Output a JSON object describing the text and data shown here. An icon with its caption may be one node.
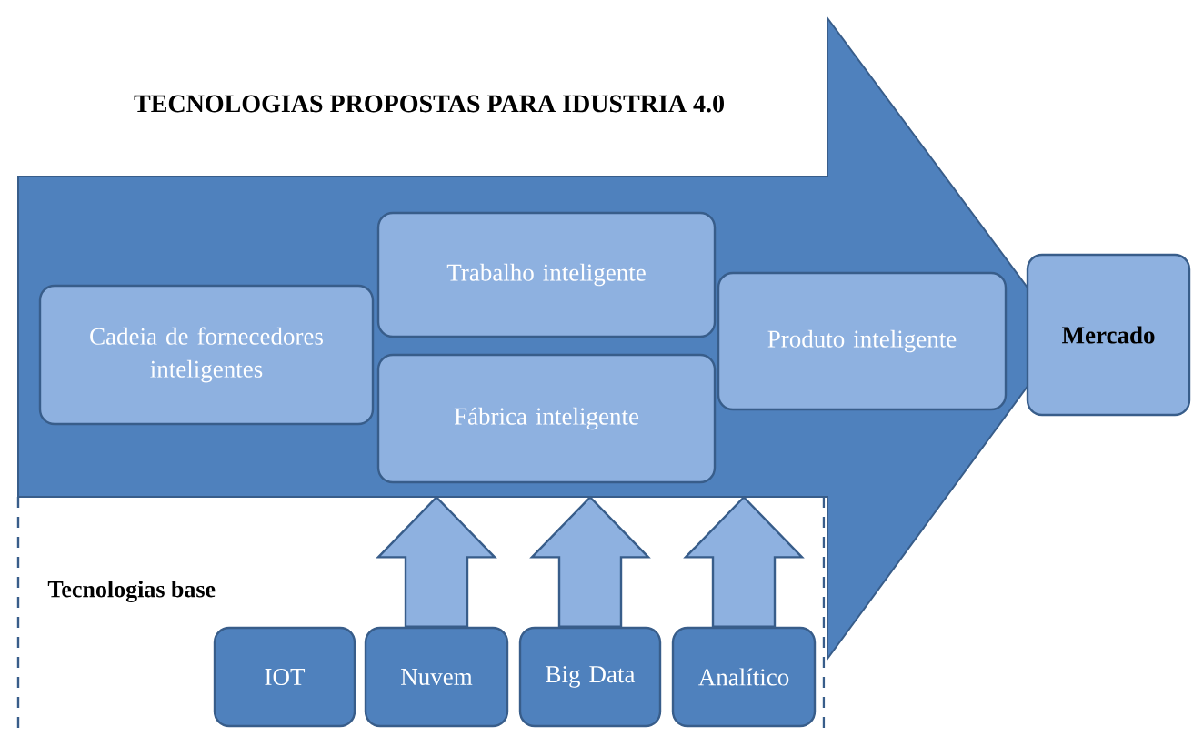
{
  "diagram": {
    "title": "TECNOLOGIAS  PROPOSTAS PARA IDUSTRIA  4.0",
    "nodes": [
      {
        "text": [],
        "shape": "arrow"
      },
      {
        "text": [
          "Cadeia de fornecedores inteligentes"
        ],
        "in": 0
      },
      {
        "text": [
          "Trabalho inteligente"
        ],
        "in": 0
      },
      {
        "text": [
          "Fábrica inteligente"
        ],
        "in": 0
      },
      {
        "text": [
          "Produto inteligente"
        ],
        "in": 0
      },
      {
        "text": [
          "Mercado"
        ]
      },
      {
        "text": [
          "Tecnologias base"
        ]
      },
      {
        "text": [
          "IOT"
        ],
        "in": 6
      },
      {
        "text": [
          "Nuvem"
        ],
        "in": 6
      },
      {
        "text": [
          "Big Data"
        ],
        "in": 6
      },
      {
        "text": [
          "Analítico"
        ],
        "in": 6
      }
    ],
    "edges": [
      {
        "from": 8,
        "to": 0,
        "arrow": "to"
      },
      {
        "from": 9,
        "to": 0,
        "arrow": "to"
      },
      {
        "from": 10,
        "to": 0,
        "arrow": "to"
      }
    ]
  }
}
